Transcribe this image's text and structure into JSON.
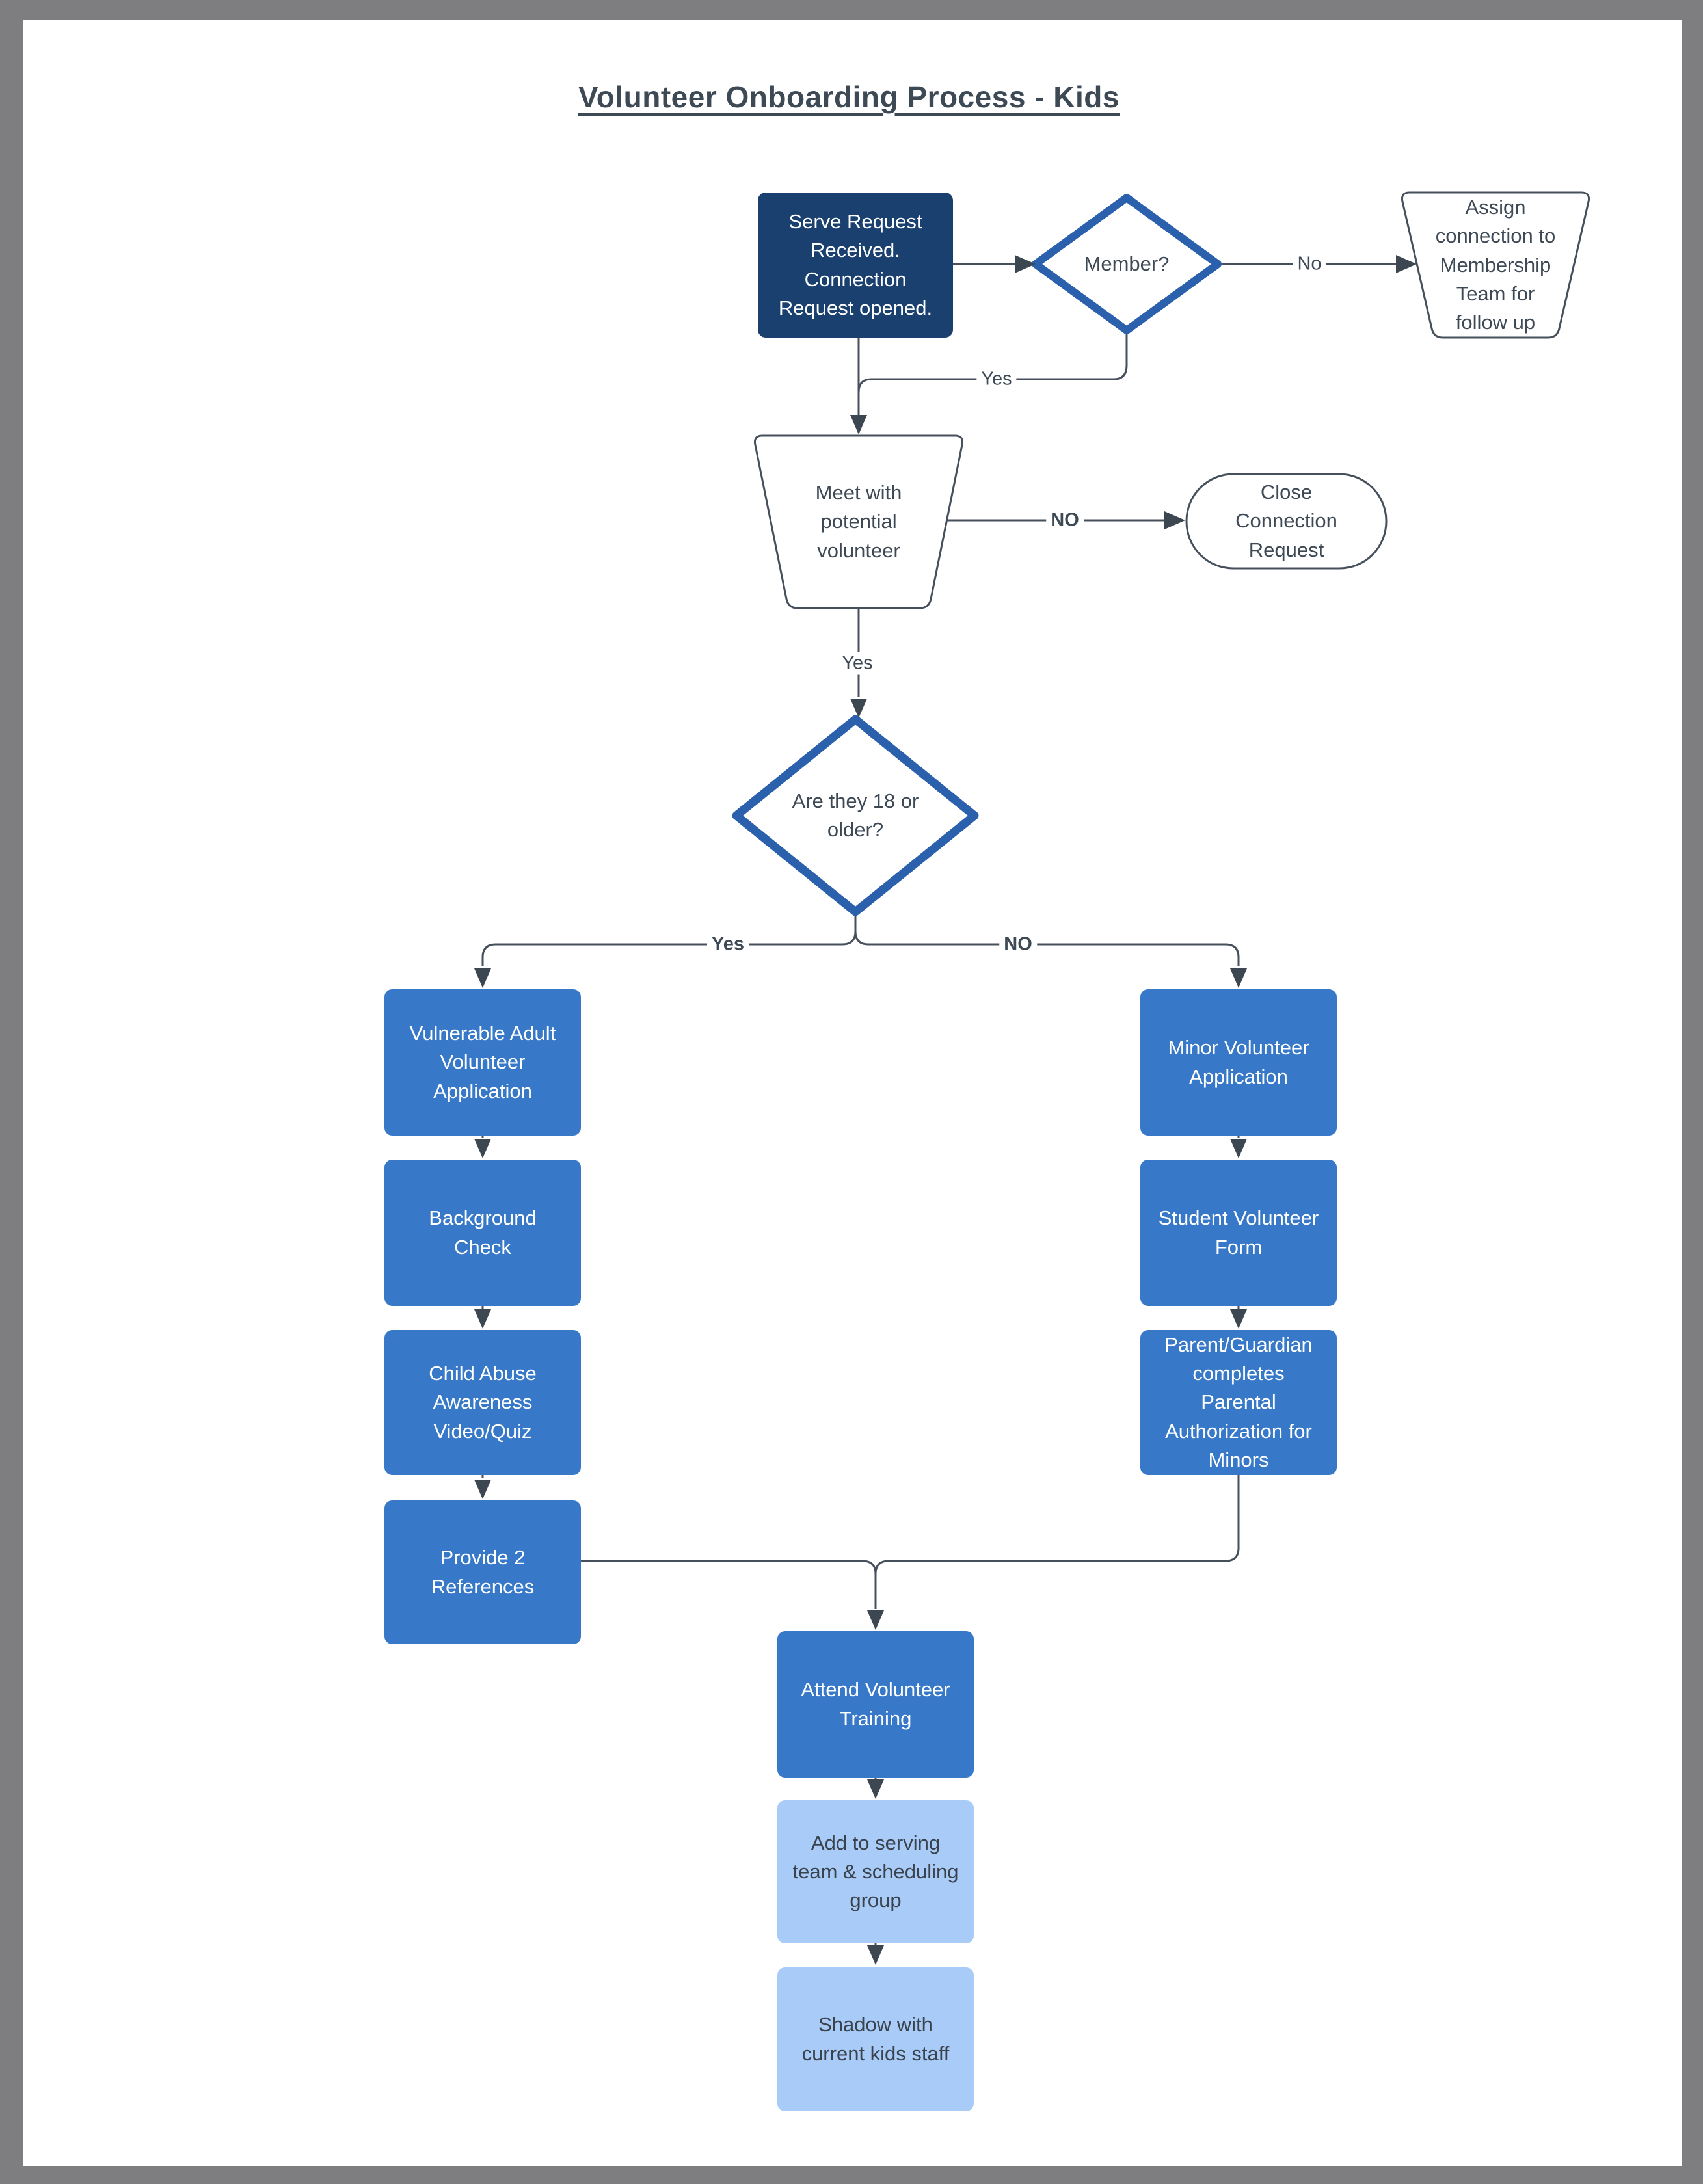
{
  "title": "Volunteer Onboarding Process - Kids",
  "colors": {
    "frame_gray": "#7e7e81",
    "navy": "#1a4070",
    "process_blue": "#3779c8",
    "light_blue": "#a8cbf8",
    "diamond_border": "#2b61ac",
    "line": "#45505c",
    "text_dark": "#3e4956"
  },
  "nodes": {
    "serve": {
      "type": "start-process",
      "label": "Serve Request\nReceived.\nConnection\nRequest opened."
    },
    "member": {
      "type": "decision",
      "label": "Member?"
    },
    "assign": {
      "type": "manual-operation",
      "label": "Assign\nconnection to\nMembership\nTeam for\nfollow up"
    },
    "meet": {
      "type": "manual-operation",
      "label": "Meet with\npotential\nvolunteer"
    },
    "close": {
      "type": "terminator",
      "label": "Close\nConnection\nRequest"
    },
    "age": {
      "type": "decision",
      "label": "Are they 18 or\nolder?"
    },
    "vulnerable": {
      "type": "process",
      "label": "Vulnerable Adult\nVolunteer\nApplication"
    },
    "background": {
      "type": "process",
      "label": "Background\nCheck"
    },
    "abuse": {
      "type": "process",
      "label": "Child Abuse\nAwareness\nVideo/Quiz"
    },
    "references": {
      "type": "process",
      "label": "Provide 2\nReferences"
    },
    "minor": {
      "type": "process",
      "label": "Minor Volunteer\nApplication"
    },
    "student": {
      "type": "process",
      "label": "Student Volunteer\nForm"
    },
    "parental": {
      "type": "process",
      "label": "Parent/Guardian\ncompletes\nParental\nAuthorization for\nMinors"
    },
    "training": {
      "type": "process",
      "label": "Attend Volunteer\nTraining"
    },
    "team": {
      "type": "process-light",
      "label": "Add to serving\nteam & scheduling\ngroup"
    },
    "shadow": {
      "type": "process-light",
      "label": "Shadow with\ncurrent kids staff"
    }
  },
  "edge_labels": {
    "member_no": "No",
    "member_yes": "Yes",
    "meet_no": "NO",
    "meet_yes": "Yes",
    "age_yes": "Yes",
    "age_no": "NO"
  }
}
